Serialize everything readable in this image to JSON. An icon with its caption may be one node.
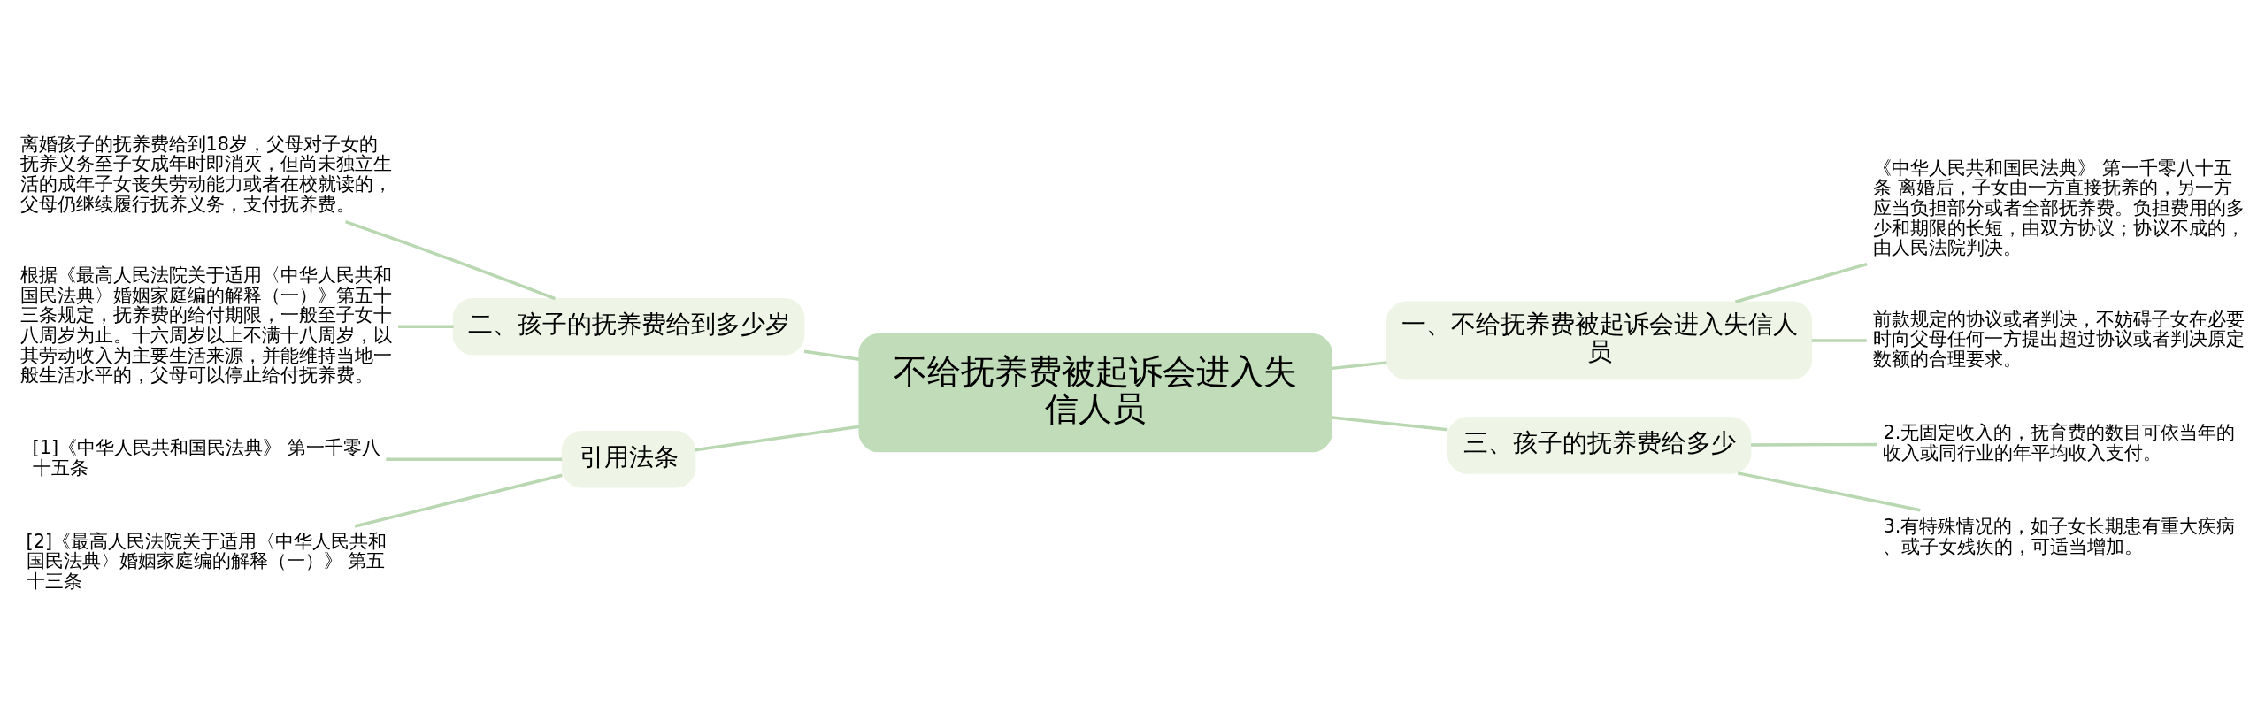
{
  "diagram": {
    "nodes": [
      {
        "text": [
          "不给抚养费被起诉会进入失信人员"
        ]
      },
      {
        "text": [
          "一、不给抚养费被起诉会进入失信人员"
        ]
      },
      {
        "text": [
          "《中华人民共和国民法典》 第一千零八十五条 离婚后，子女由一方直接抚养的，另一方应当负担部分或者全部抚养费。负担费用的多少和期限的长短，由双方协议；协议不成的，由人民法院判决。"
        ]
      },
      {
        "text": [
          "前款规定的协议或者判决，不妨碍子女在必要时向父母任何一方提出超过协议或者判决原定数额的合理要求。"
        ]
      },
      {
        "text": [
          "三、孩子的抚养费给多少"
        ]
      },
      {
        "text": [
          "2.无固定收入的，抚育费的数目可依当年的收入或同行业的年平均收入支付。"
        ]
      },
      {
        "text": [
          "3.有特殊情况的，如子女长期患有重大疾病、或子女残疾的，可适当增加。"
        ]
      },
      {
        "text": [
          "二、孩子的抚养费给到多少岁"
        ]
      },
      {
        "text": [
          "离婚孩子的抚养费给到18岁，父母对子女的抚养义务至子女成年时即消灭，但尚未独立生活的成年子女丧失劳动能力或者在校就读的，父母仍继续履行抚养义务，支付抚养费。"
        ]
      },
      {
        "text": [
          "根据《最高人民法院关于适用〈中华人民共和国民法典〉婚姻家庭编的解释（一）》第五十三条规定，抚养费的给付期限，一般至子女十八周岁为止。十六周岁以上不满十八周岁，以其劳动收入为主要生活来源，并能维持当地一般生活水平的，父母可以停止给付抚养费。"
        ]
      },
      {
        "text": [
          "引用法条"
        ]
      },
      {
        "text": [
          "[1]《中华人民共和国民法典》 第一千零八十五条"
        ]
      },
      {
        "text": [
          "[2]《最高人民法院关于适用〈中华人民共和国民法典〉婚姻家庭编的解释（一）》 第五十三条"
        ]
      }
    ],
    "edges": [
      {
        "from": 0,
        "to": 1,
        "arrow": "none"
      },
      {
        "from": 1,
        "to": 2,
        "arrow": "none"
      },
      {
        "from": 1,
        "to": 3,
        "arrow": "none"
      },
      {
        "from": 0,
        "to": 4,
        "arrow": "none"
      },
      {
        "from": 4,
        "to": 5,
        "arrow": "none"
      },
      {
        "from": 4,
        "to": 6,
        "arrow": "none"
      },
      {
        "from": 0,
        "to": 7,
        "arrow": "none"
      },
      {
        "from": 7,
        "to": 8,
        "arrow": "none"
      },
      {
        "from": 7,
        "to": 9,
        "arrow": "none"
      },
      {
        "from": 0,
        "to": 10,
        "arrow": "none"
      },
      {
        "from": 10,
        "to": 11,
        "arrow": "none"
      },
      {
        "from": 10,
        "to": 12,
        "arrow": "none"
      }
    ]
  }
}
